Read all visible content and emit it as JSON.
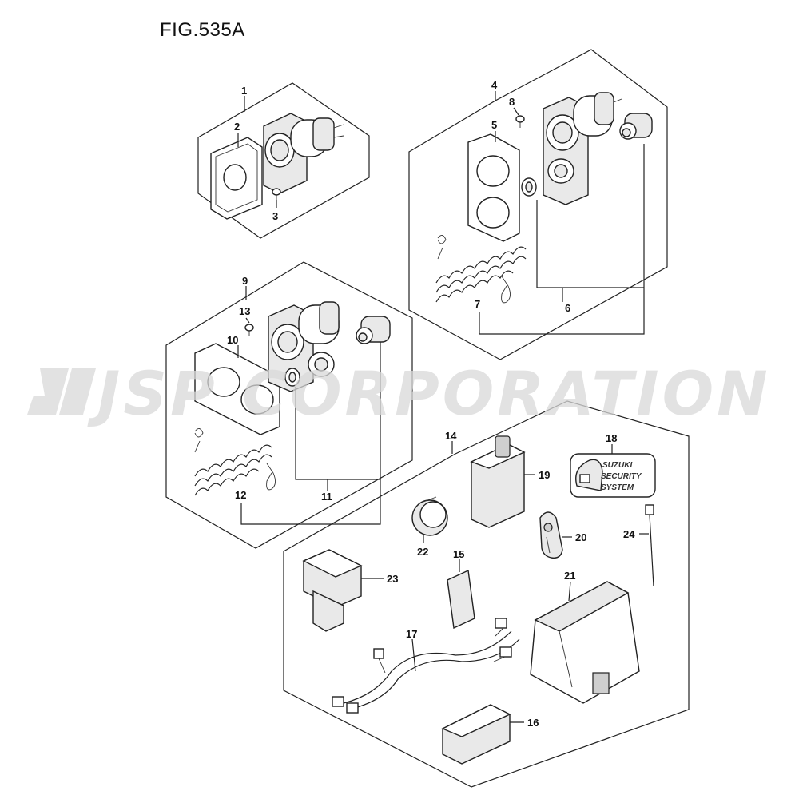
{
  "figure": {
    "title": "FIG.535A"
  },
  "watermark": {
    "text": "JSP CORPORATION"
  },
  "decal": {
    "lines": [
      "SUZUKI",
      "SECURITY",
      "SYSTEM"
    ]
  },
  "callouts": [
    {
      "id": "1",
      "text": "1"
    },
    {
      "id": "2",
      "text": "2"
    },
    {
      "id": "3",
      "text": "3"
    },
    {
      "id": "4",
      "text": "4"
    },
    {
      "id": "5",
      "text": "5"
    },
    {
      "id": "6",
      "text": "6"
    },
    {
      "id": "7",
      "text": "7"
    },
    {
      "id": "8",
      "text": "8"
    },
    {
      "id": "9",
      "text": "9"
    },
    {
      "id": "10",
      "text": "10"
    },
    {
      "id": "11",
      "text": "11"
    },
    {
      "id": "12",
      "text": "12"
    },
    {
      "id": "13",
      "text": "13"
    },
    {
      "id": "14",
      "text": "14"
    },
    {
      "id": "15",
      "text": "15"
    },
    {
      "id": "16",
      "text": "16"
    },
    {
      "id": "17",
      "text": "17"
    },
    {
      "id": "18",
      "text": "18"
    },
    {
      "id": "19",
      "text": "19"
    },
    {
      "id": "20",
      "text": "20"
    },
    {
      "id": "21",
      "text": "21"
    },
    {
      "id": "22",
      "text": "22"
    },
    {
      "id": "23",
      "text": "23"
    },
    {
      "id": "24",
      "text": "24"
    }
  ]
}
